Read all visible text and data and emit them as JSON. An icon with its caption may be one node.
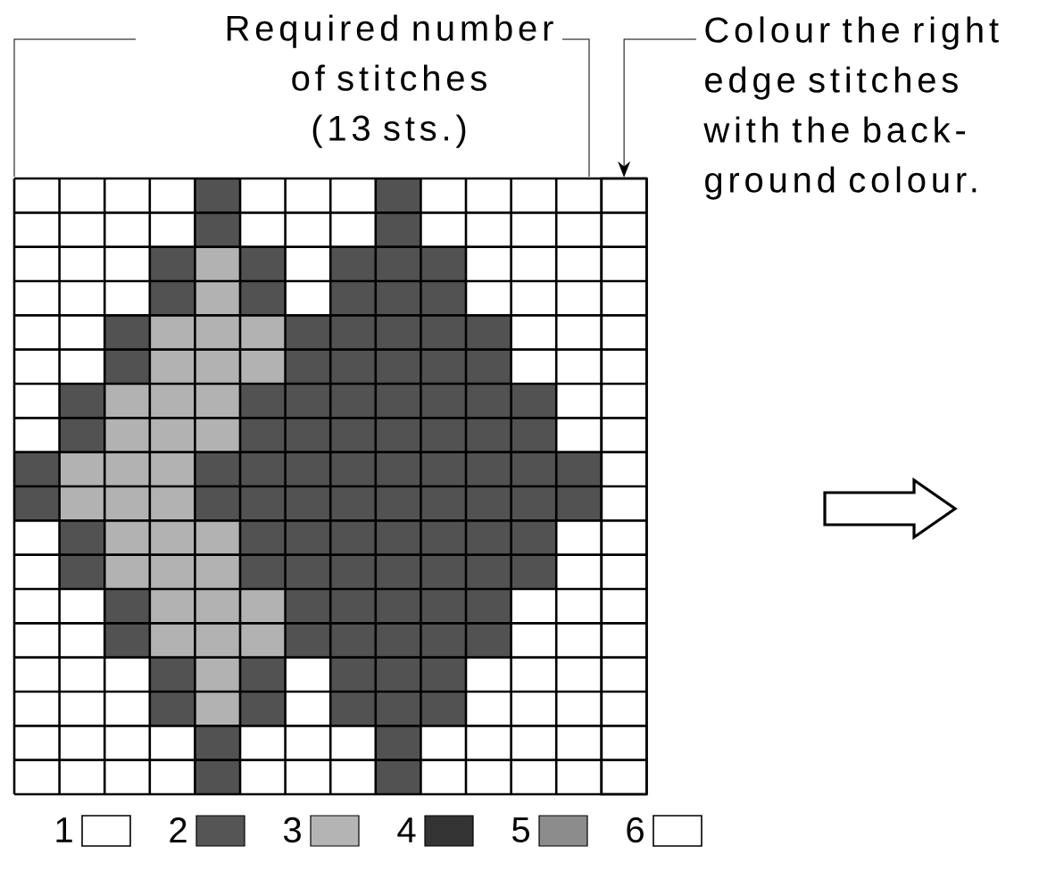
{
  "diagram": {
    "nodes": [
      {
        "text": [
          "Colour the right edge stitches with the back- ground colour."
        ]
      },
      {
        "text": [],
        "shape": "box"
      }
    ],
    "edges": [
      {
        "from": 0,
        "to": 1,
        "arrow": "to"
      }
    ],
    "labels": [
      "Required number of stitches (13 sts.)"
    ],
    "legend": [
      {
        "text": "1"
      },
      {
        "text": "2",
        "color": "#555555"
      },
      {
        "text": "3",
        "color": "#b4b4b4"
      },
      {
        "text": "4",
        "color": "#333333"
      },
      {
        "text": "5",
        "color": "#8c8c8c"
      },
      {
        "text": "6"
      }
    ]
  }
}
